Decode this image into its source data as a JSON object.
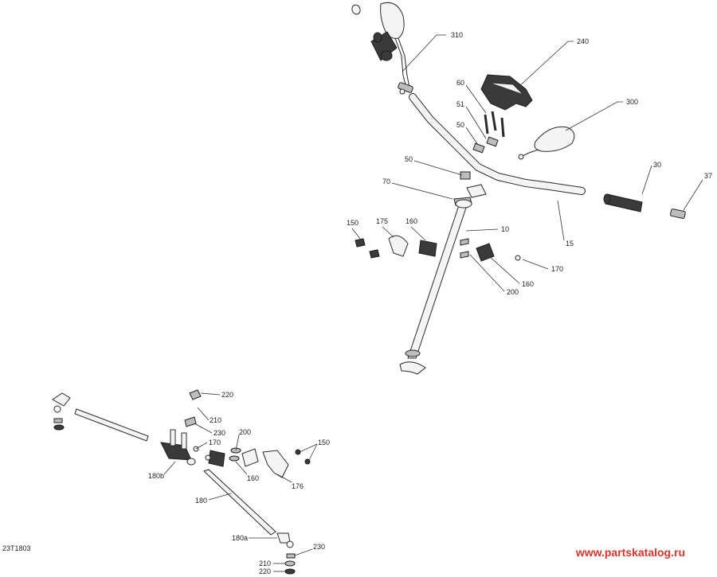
{
  "drawing_code": "23T1803",
  "watermark": "www.partskatalog.ru",
  "colors": {
    "watermark": "#d9342b",
    "line": "#2a2a2a"
  },
  "callouts": {
    "c310": "310",
    "c240": "240",
    "c300": "300",
    "c60": "60",
    "c51": "51",
    "c50a": "50",
    "c50b": "50",
    "c70": "70",
    "c15": "15",
    "c30": "30",
    "c37": "37",
    "c10": "10",
    "c150a": "150",
    "c175": "175",
    "c160a": "160",
    "c160b": "160",
    "c170a": "170",
    "c200a": "200",
    "c220a": "220",
    "c210a": "210",
    "c230a": "230",
    "c170b": "170",
    "c200b": "200",
    "c150b": "150",
    "c180b": "180b",
    "c160c": "160",
    "c176": "176",
    "c180": "180",
    "c180a": "180a",
    "c230b": "230",
    "c210b": "210",
    "c220b": "220"
  }
}
